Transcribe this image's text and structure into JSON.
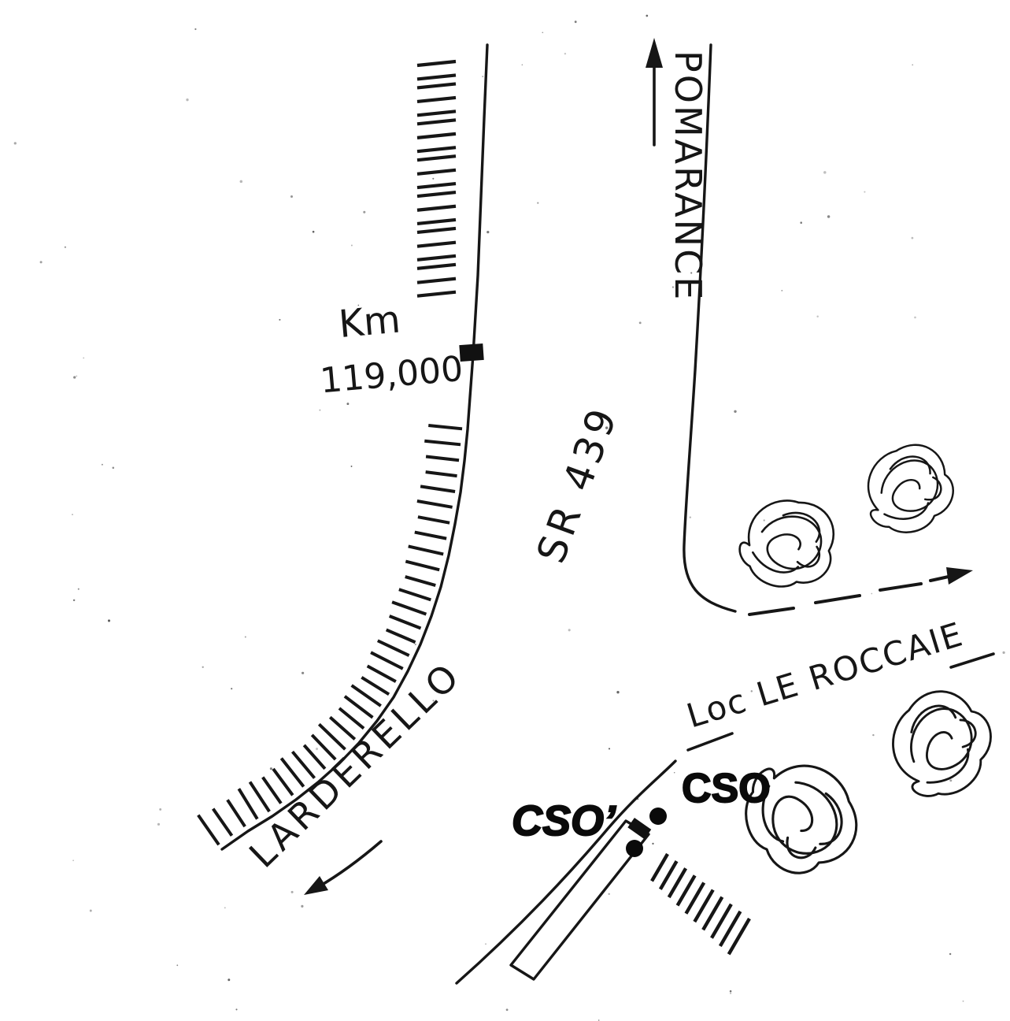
{
  "map": {
    "description": "hand-drawn road sketch map",
    "labels": {
      "km_caption": "Km",
      "km_value": "119,000",
      "destination_up": "POMARANCE",
      "road_name": "SR 439",
      "destination_down": "LARDERELLO",
      "locality_road": "Loc LE ROCCAIE",
      "site_cso": "CSO",
      "site_cso_prime": "CSO’"
    },
    "colors": {
      "ink": "#161616",
      "paper": "#ffffff"
    }
  }
}
